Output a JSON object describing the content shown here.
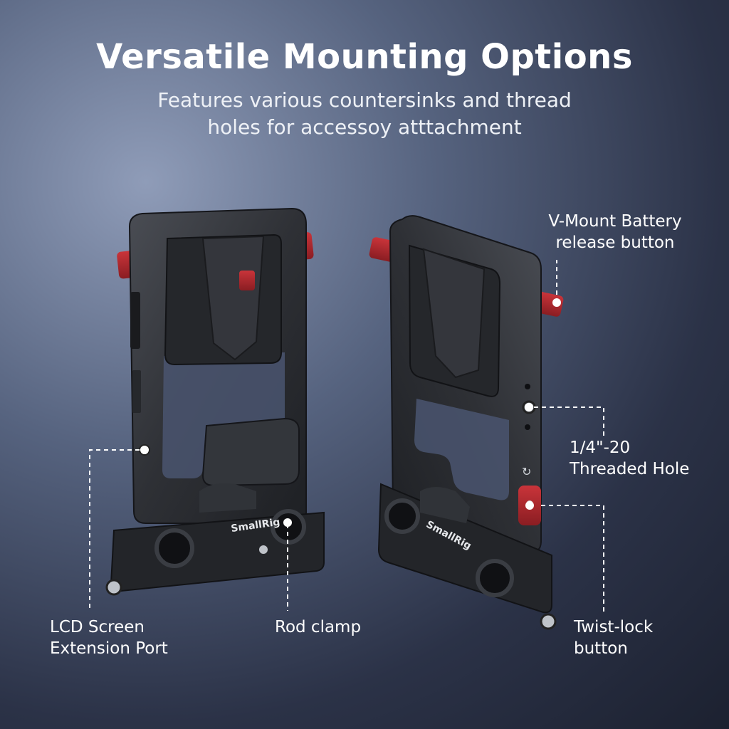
{
  "header": {
    "title": "Versatile Mounting Options",
    "subtitle_lines": [
      "Features various countersinks and thread",
      "holes for accessoy atttachment"
    ]
  },
  "brand_text": "SmallRig",
  "callouts": {
    "vmount_release": [
      "V-Mount Battery",
      "release button"
    ],
    "threaded_hole": [
      "1/4\"-20",
      "Threaded Hole"
    ],
    "twist_lock": [
      "Twist-lock",
      "button"
    ],
    "lcd_port": [
      "LCD Screen",
      "Extension Port"
    ],
    "rod_clamp": [
      "Rod clamp"
    ]
  },
  "colors": {
    "accent_red": "#b3262c",
    "body_dark": "#2a2c31",
    "body_mid": "#3a3d43",
    "highlight": "#5a5e66",
    "callout_line": "#ffffff"
  }
}
